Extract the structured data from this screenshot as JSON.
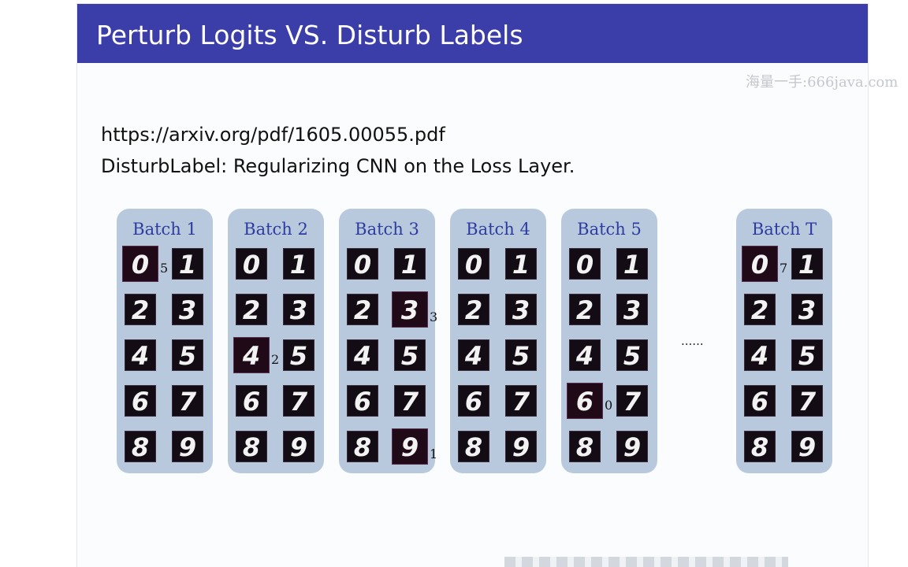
{
  "slide": {
    "title": "Perturb Logits VS. Disturb Labels",
    "watermark": "海量一手:666java.com",
    "reference_url": "https://arxiv.org/pdf/1605.00055.pdf",
    "reference_paper": "DisturbLabel: Regularizing CNN on the Loss Layer."
  },
  "diagram": {
    "digits": [
      "0",
      "1",
      "2",
      "3",
      "4",
      "5",
      "6",
      "7",
      "8",
      "9"
    ],
    "ellipsis": "......",
    "batches": [
      {
        "title": "Batch 1",
        "disturbed": [
          {
            "digit": "0",
            "new_label": "5"
          }
        ]
      },
      {
        "title": "Batch 2",
        "disturbed": [
          {
            "digit": "4",
            "new_label": "2"
          }
        ]
      },
      {
        "title": "Batch 3",
        "disturbed": [
          {
            "digit": "3",
            "new_label": "3"
          },
          {
            "digit": "9",
            "new_label": "1"
          }
        ]
      },
      {
        "title": "Batch 4",
        "disturbed": []
      },
      {
        "title": "Batch 5",
        "disturbed": [
          {
            "digit": "6",
            "new_label": "0"
          }
        ]
      },
      {
        "title": "Batch T",
        "disturbed": [
          {
            "digit": "0",
            "new_label": "7"
          }
        ]
      }
    ]
  },
  "colors": {
    "title_bar": "#3b3ea8",
    "batch_panel": "#b8c9de",
    "batch_title": "#2d3c9e",
    "digit_tile": "#140c14"
  }
}
